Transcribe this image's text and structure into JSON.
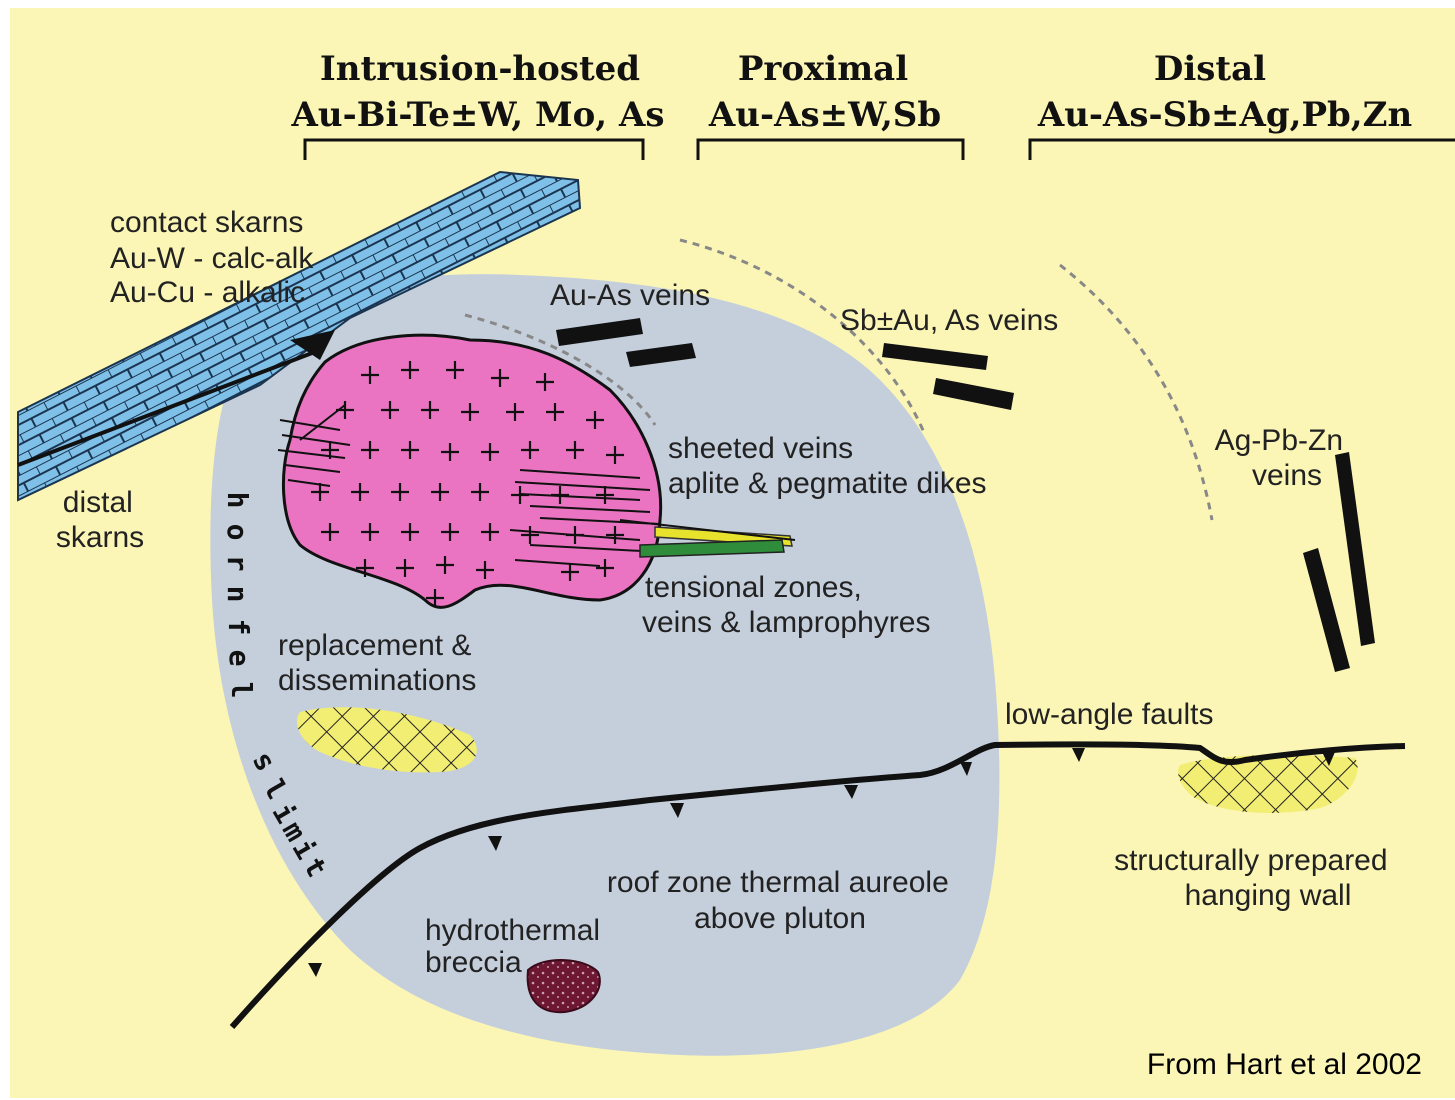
{
  "zones": {
    "intrusion": {
      "title": "Intrusion-hosted",
      "subtitle": "Au-Bi-Te±W, Mo, As"
    },
    "proximal": {
      "title": "Proximal",
      "subtitle": "Au-As±W,Sb"
    },
    "distal": {
      "title": "Distal",
      "subtitle": "Au-As-Sb±Ag,Pb,Zn"
    }
  },
  "labels": {
    "contact_skarns": [
      "contact skarns",
      "Au-W - calc-alk",
      "Au-Cu - alkalic"
    ],
    "distal_skarns": [
      "distal",
      "skarns"
    ],
    "au_as_veins": "Au-As veins",
    "sb_au_veins": "Sb±Au, As  veins",
    "ag_pb_zn_veins": [
      "Ag-Pb-Zn",
      "veins"
    ],
    "sheeted_veins": [
      "sheeted veins",
      "aplite & pegmatite dikes"
    ],
    "tensional_zones": [
      "tensional zones,",
      "veins & lamprophyres"
    ],
    "replacement": [
      "replacement &",
      "disseminations"
    ],
    "low_angle_faults": "low-angle faults",
    "roof_zone": [
      "roof zone thermal aureole",
      "above pluton"
    ],
    "hydrothermal_breccia": [
      "hydrothermal",
      "breccia"
    ],
    "structurally_prepared": [
      "structurally prepared",
      "hanging wall"
    ],
    "hornfels": [
      "h",
      "o",
      "r",
      "n",
      "f",
      "e",
      "l",
      "s",
      "l",
      "i",
      "m",
      "i",
      "t"
    ]
  },
  "credit": "From Hart et al 2002",
  "colors": {
    "background": "#fbf6b5",
    "aureole": "#c5cfdc",
    "pluton": "#ea74c1",
    "skarn": "#7fc0e8",
    "hatch_fill": "#f2ee73",
    "breccia": "#6e1733",
    "vein": "#111111",
    "dike_yellow": "#e7e22b",
    "dike_green": "#2f8c3a"
  },
  "icons": {
    "fault_ticks": "thrust-tick-icon"
  }
}
